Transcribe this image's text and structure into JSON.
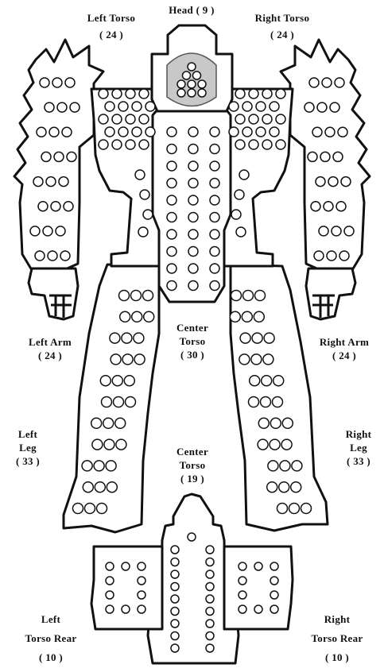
{
  "title": "",
  "colors": {
    "outline": "#111111",
    "fill": "#ffffff",
    "head_shade": "#c8c8c8",
    "pip_stroke": "#111111"
  },
  "locations": {
    "head": {
      "name": "Head",
      "value": "( 9 )",
      "pips": 9
    },
    "left_torso": {
      "name": "Left Torso",
      "value": "( 24 )",
      "pips": 24
    },
    "right_torso": {
      "name": "Right Torso",
      "value": "( 24 )",
      "pips": 24
    },
    "left_arm": {
      "name": "Left Arm",
      "value": "( 24 )",
      "pips": 24
    },
    "right_arm": {
      "name": "Right Arm",
      "value": "( 24 )",
      "pips": 24
    },
    "center_torso": {
      "line1": "Center",
      "line2": "Torso",
      "value": "( 30 )",
      "pips": 30
    },
    "left_leg": {
      "line1": "Left",
      "line2": "Leg",
      "value": "( 33 )",
      "pips": 33
    },
    "right_leg": {
      "line1": "Right",
      "line2": "Leg",
      "value": "( 33 )",
      "pips": 33
    },
    "center_torso_rear": {
      "line1": "Center",
      "line2": "Torso",
      "value": "( 19 )",
      "pips": 19
    },
    "left_torso_rear": {
      "line1": "Left",
      "line2": "Torso Rear",
      "value": "( 10 )",
      "pips": 10
    },
    "right_torso_rear": {
      "line1": "Right",
      "line2": "Torso Rear",
      "value": "( 10 )",
      "pips": 10
    }
  }
}
